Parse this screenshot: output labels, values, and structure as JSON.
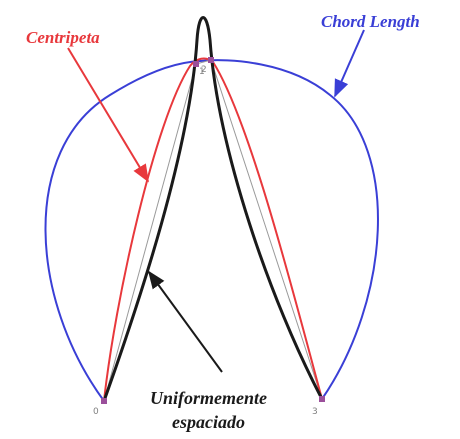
{
  "labels": {
    "centripetal": "Centripeta",
    "chord_length": "Chord Length",
    "uniform_line1": "Uniformemente",
    "uniform_line2": "espaciado"
  },
  "points": [
    {
      "index": "0"
    },
    {
      "index": "1"
    },
    {
      "index": "2"
    },
    {
      "index": "3"
    }
  ],
  "colors": {
    "centripetal": "#e8383c",
    "chord_length": "#3a3fd6",
    "uniform": "#1a1a1a",
    "control_polygon": "#9a9a9a",
    "point": "#9b4f9b"
  }
}
